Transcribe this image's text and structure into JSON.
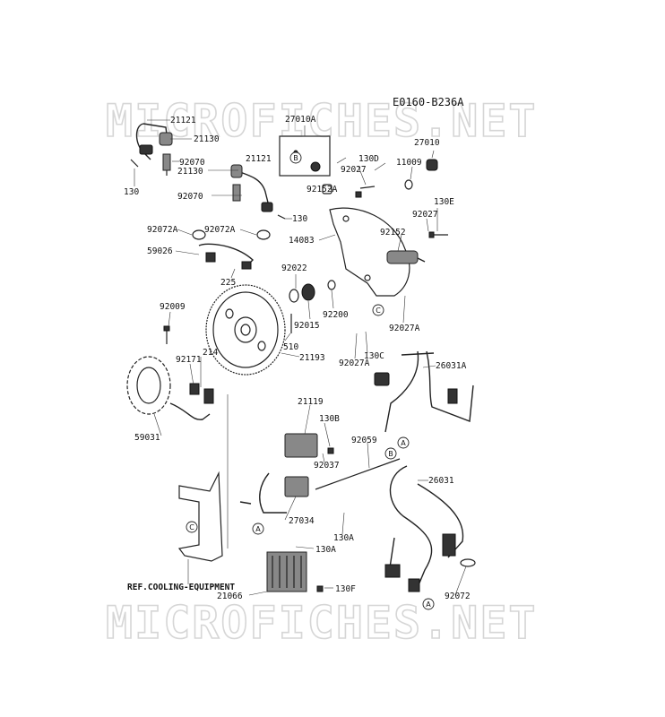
{
  "diagram_code": "E0160-B236A",
  "watermark": "MICROFICHES.NET",
  "ref_note": "REF.COOLING-EQUIPMENT",
  "part_labels": [
    "21121",
    "21130",
    "92070",
    "130",
    "27010A",
    "130D",
    "27010",
    "11009",
    "92027",
    "21121",
    "21130",
    "92070",
    "130",
    "92152A",
    "130E",
    "92027",
    "92072A",
    "92072A",
    "14083",
    "92152",
    "59026",
    "225",
    "92022",
    "92009",
    "92200",
    "92015",
    "92027A",
    "510",
    "214",
    "92171",
    "21193",
    "130C",
    "92027A",
    "26031A",
    "21119",
    "130B",
    "59031",
    "92037",
    "92059",
    "26031",
    "27034",
    "130A",
    "130A",
    "21066",
    "130F",
    "92072"
  ],
  "ref_markers": [
    "B",
    "C",
    "A",
    "B",
    "C",
    "A",
    "A"
  ]
}
